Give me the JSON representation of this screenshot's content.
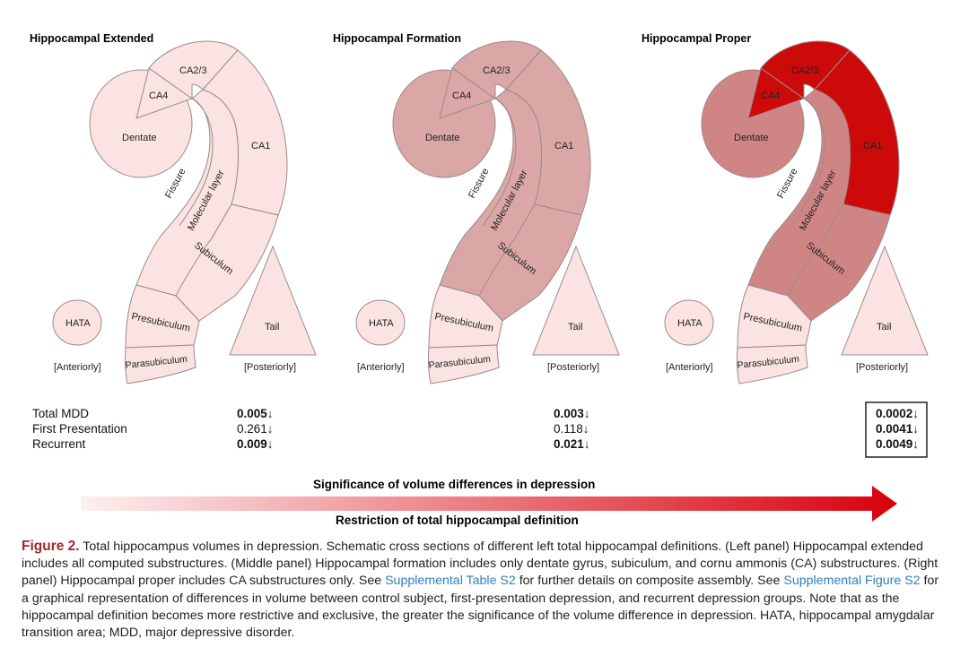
{
  "panels": [
    {
      "title": "Hippocampal Extended",
      "labels": {
        "ca4": "CA4",
        "ca23": "CA2/3",
        "ca1": "CA1",
        "dentate": "Dentate",
        "fissure": "Fissure",
        "molecular": "Molecular layer",
        "subiculum": "Subiculum",
        "presubiculum": "Presubiculum",
        "parasubiculum": "Parasubiculum",
        "hata": "HATA",
        "tail": "Tail",
        "anteriorly": "[Anteriorly]",
        "posteriorly": "[Posteriorly]"
      },
      "colors": {
        "dentate": "#fbe3e3",
        "ca4": "#fbe3e3",
        "ca23": "#fbe3e3",
        "ca1": "#fbe3e3",
        "molecular": "#fbe3e3",
        "subiculum": "#fbe3e3",
        "presubiculum": "#fbe3e3",
        "parasubiculum": "#fbe3e3",
        "hata": "#fbe3e3",
        "tail": "#fbe3e3"
      },
      "stats": {
        "total": "0.005↓",
        "first": "0.261↓",
        "recurrent": "0.009↓"
      },
      "stats_bold": {
        "total": true,
        "first": false,
        "recurrent": true
      },
      "boxed": false
    },
    {
      "title": "Hippocampal Formation",
      "labels": {
        "ca4": "CA4",
        "ca23": "CA2/3",
        "ca1": "CA1",
        "dentate": "Dentate",
        "fissure": "Fissure",
        "molecular": "Molecular layer",
        "subiculum": "Subiculum",
        "presubiculum": "Presubiculum",
        "parasubiculum": "Parasubiculum",
        "hata": "HATA",
        "tail": "Tail",
        "anteriorly": "[Anteriorly]",
        "posteriorly": "[Posteriorly]"
      },
      "colors": {
        "dentate": "#dba6a6",
        "ca4": "#dba6a6",
        "ca23": "#dba6a6",
        "ca1": "#dba6a6",
        "molecular": "#dba6a6",
        "subiculum": "#dba6a6",
        "presubiculum": "#fbe3e3",
        "parasubiculum": "#fbe3e3",
        "hata": "#fbe3e3",
        "tail": "#fbe3e3"
      },
      "stats": {
        "total": "0.003↓",
        "first": "0.118↓",
        "recurrent": "0.021↓"
      },
      "stats_bold": {
        "total": true,
        "first": false,
        "recurrent": true
      },
      "boxed": false
    },
    {
      "title": "Hippocampal Proper",
      "labels": {
        "ca4": "CA4",
        "ca23": "CA2/3",
        "ca1": "CA1",
        "dentate": "Dentate",
        "fissure": "Fissure",
        "molecular": "Molecular layer",
        "subiculum": "Subiculum",
        "presubiculum": "Presubiculum",
        "parasubiculum": "Parasubiculum",
        "hata": "HATA",
        "tail": "Tail",
        "anteriorly": "[Anteriorly]",
        "posteriorly": "[Posteriorly]"
      },
      "colors": {
        "dentate": "#d08585",
        "ca4": "#cc0a0a",
        "ca23": "#cc0a0a",
        "ca1": "#cc0a0a",
        "molecular": "#d08585",
        "subiculum": "#d08585",
        "presubiculum": "#fbe3e3",
        "parasubiculum": "#fbe3e3",
        "hata": "#fbe3e3",
        "tail": "#fbe3e3"
      },
      "stats": {
        "total": "0.0002↓",
        "first": "0.0041↓",
        "recurrent": "0.0049↓"
      },
      "stats_bold": {
        "total": true,
        "first": true,
        "recurrent": true
      },
      "boxed": true
    }
  ],
  "row_labels": {
    "total": "Total MDD",
    "first": "First Presentation",
    "recurrent": "Recurrent"
  },
  "arrow": {
    "top_label": "Significance of volume differences in depression",
    "bottom_label": "Restriction of total hippocampal definition",
    "color_start": "#fdf0f0",
    "color_end": "#d8000c"
  },
  "caption": {
    "figure_label": "Figure 2.",
    "part1": " Total hippocampus volumes in depression. Schematic cross sections of different left total hippocampal definitions. (Left panel) Hippocampal extended includes all computed substructures. (Middle panel) Hippocampal formation includes only dentate gyrus, subiculum, and cornu ammonis (CA) substructures. (Right panel) Hippocampal proper includes CA substructures only. See ",
    "link1": "Supplemental Table S2",
    "part2": " for further details on composite assembly. See ",
    "link2": "Supplemental Figure S2",
    "part3": " for a graphical representation of differences in volume between control subject, first-presentation depression, and recurrent depression groups. Note that as the hippocampal definition becomes more restrictive and exclusive, the greater the significance of the volume difference in depression. HATA, hippocampal amygdalar transition area; MDD, major depressive disorder."
  }
}
